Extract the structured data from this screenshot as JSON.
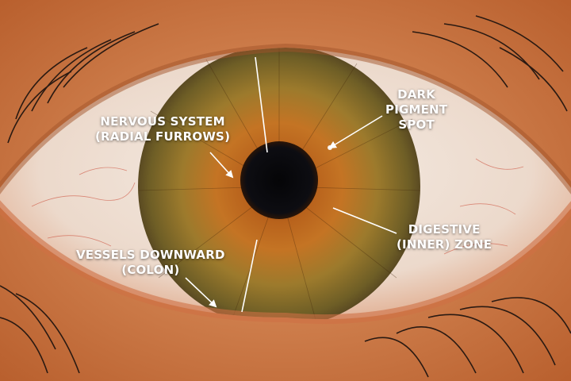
{
  "image": {
    "subject": "close-up of human eye with iridology annotations",
    "colors": {
      "skin": "#d88a55",
      "sclera": "#efe6dc",
      "iris_outer": "#7a6a2a",
      "iris_inner": "#b5601c",
      "pupil": "#0a0a0e",
      "annotation": "#ffffff"
    }
  },
  "annotations": [
    {
      "id": "nervous",
      "lines": [
        "NERVOUS SYSTEM",
        "(RADIAL FURROWS)"
      ]
    },
    {
      "id": "pigment",
      "lines": [
        "DARK",
        "PIGMENT",
        "SPOT"
      ]
    },
    {
      "id": "digestive",
      "lines": [
        "DIGESTIVE",
        "(INNER) ZONE"
      ]
    },
    {
      "id": "vessels",
      "lines": [
        "VESSELS DOWNWARD",
        "(COLON)"
      ]
    }
  ]
}
